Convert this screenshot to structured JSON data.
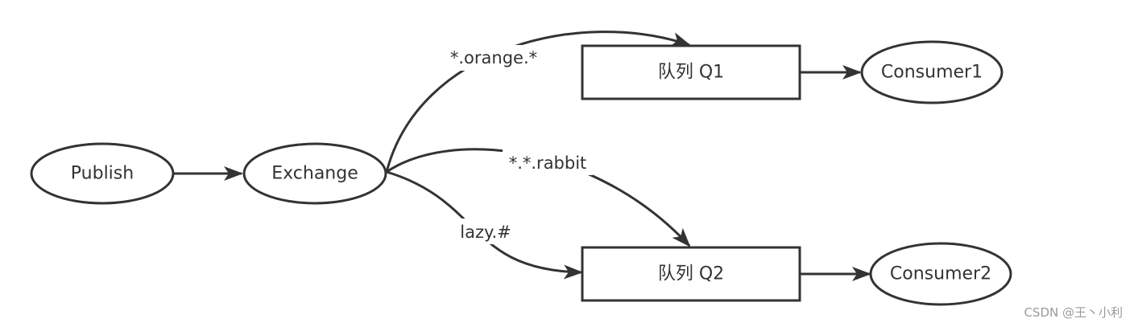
{
  "nodes": {
    "publish": "Publish",
    "exchange": "Exchange",
    "queue1": "队列 Q1",
    "queue2": "队列 Q2",
    "consumer1": "Consumer1",
    "consumer2": "Consumer2"
  },
  "routing_keys": {
    "orange": "*.orange.*",
    "rabbit": "*.*.rabbit",
    "lazy": "lazy.#"
  },
  "watermark": "CSDN @王丶小利",
  "colors": {
    "stroke": "#333333",
    "text": "#333333",
    "background": "#ffffff",
    "watermark": "#9a9a9a"
  }
}
